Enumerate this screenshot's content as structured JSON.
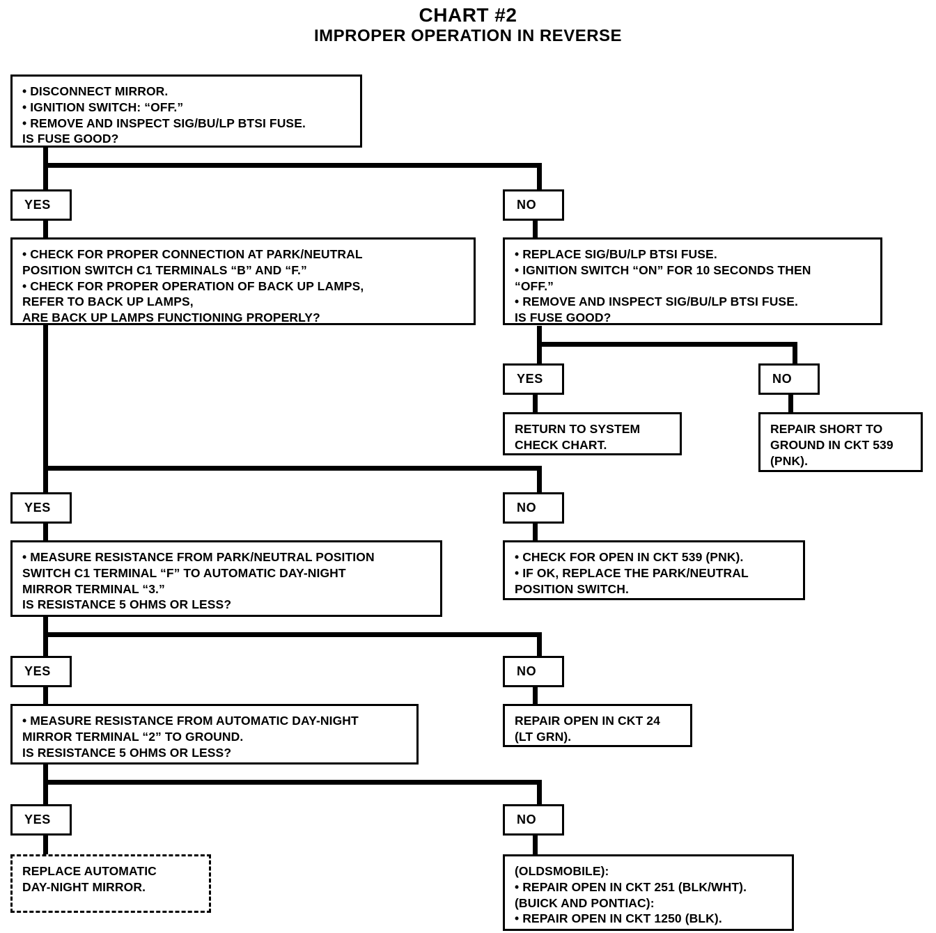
{
  "title": {
    "main": "CHART #2",
    "sub": "IMPROPER OPERATION IN REVERSE"
  },
  "labels": {
    "yes": "YES",
    "no": "NO"
  },
  "chart_data": {
    "type": "flowchart",
    "title": "CHART #2 — IMPROPER OPERATION IN REVERSE",
    "nodes": [
      {
        "id": "n1",
        "kind": "process-question",
        "text": "• DISCONNECT MIRROR.\n• IGNITION SWITCH: “OFF.”\n• REMOVE AND INSPECT SIG/BU/LP BTSI FUSE.\n   IS FUSE GOOD?"
      },
      {
        "id": "n2",
        "kind": "process-question",
        "text": "• CHECK FOR PROPER CONNECTION AT PARK/NEUTRAL\n   POSITION SWITCH C1 TERMINALS “B” AND “F.”\n• CHECK FOR PROPER OPERATION OF BACK UP LAMPS,\n   REFER TO BACK UP LAMPS,\n   ARE BACK UP LAMPS FUNCTIONING PROPERLY?"
      },
      {
        "id": "n3",
        "kind": "process-question",
        "text": "• REPLACE SIG/BU/LP BTSI FUSE.\n• IGNITION SWITCH “ON” FOR 10 SECONDS THEN\n   “OFF.”\n• REMOVE AND INSPECT SIG/BU/LP BTSI FUSE.\n   IS FUSE GOOD?"
      },
      {
        "id": "n4",
        "kind": "terminal",
        "text": "RETURN TO SYSTEM\nCHECK CHART."
      },
      {
        "id": "n5",
        "kind": "terminal",
        "text": "REPAIR SHORT TO\nGROUND IN CKT 539\n(PNK)."
      },
      {
        "id": "n6",
        "kind": "process-question",
        "text": "• MEASURE RESISTANCE FROM PARK/NEUTRAL POSITION\n   SWITCH C1 TERMINAL “F” TO AUTOMATIC DAY-NIGHT\n   MIRROR TERMINAL “3.”\n   IS RESISTANCE 5 OHMS OR LESS?"
      },
      {
        "id": "n7",
        "kind": "terminal",
        "text": "• CHECK FOR OPEN IN CKT 539 (PNK).\n• IF OK, REPLACE THE PARK/NEUTRAL\n   POSITION SWITCH."
      },
      {
        "id": "n8",
        "kind": "process-question",
        "text": "• MEASURE RESISTANCE FROM AUTOMATIC DAY-NIGHT\n   MIRROR TERMINAL “2” TO GROUND.\n   IS RESISTANCE 5 OHMS OR LESS?"
      },
      {
        "id": "n9",
        "kind": "terminal",
        "text": "REPAIR OPEN IN CKT 24\n(LT GRN)."
      },
      {
        "id": "n10",
        "kind": "terminal-dashed",
        "text": "REPLACE AUTOMATIC\nDAY-NIGHT MIRROR."
      },
      {
        "id": "n11",
        "kind": "terminal",
        "text": "(OLDSMOBILE):\n• REPAIR OPEN IN CKT 251 (BLK/WHT).\n(BUICK AND PONTIAC):\n• REPAIR OPEN IN CKT 1250 (BLK)."
      }
    ],
    "edges": [
      {
        "from": "n1",
        "to": "n2",
        "label": "YES"
      },
      {
        "from": "n1",
        "to": "n3",
        "label": "NO"
      },
      {
        "from": "n3",
        "to": "n4",
        "label": "YES"
      },
      {
        "from": "n3",
        "to": "n5",
        "label": "NO"
      },
      {
        "from": "n2",
        "to": "n6",
        "label": "YES"
      },
      {
        "from": "n2",
        "to": "n7",
        "label": "NO"
      },
      {
        "from": "n6",
        "to": "n8",
        "label": "YES"
      },
      {
        "from": "n6",
        "to": "n9",
        "label": "NO"
      },
      {
        "from": "n8",
        "to": "n10",
        "label": "YES"
      },
      {
        "from": "n8",
        "to": "n11",
        "label": "NO"
      }
    ]
  }
}
